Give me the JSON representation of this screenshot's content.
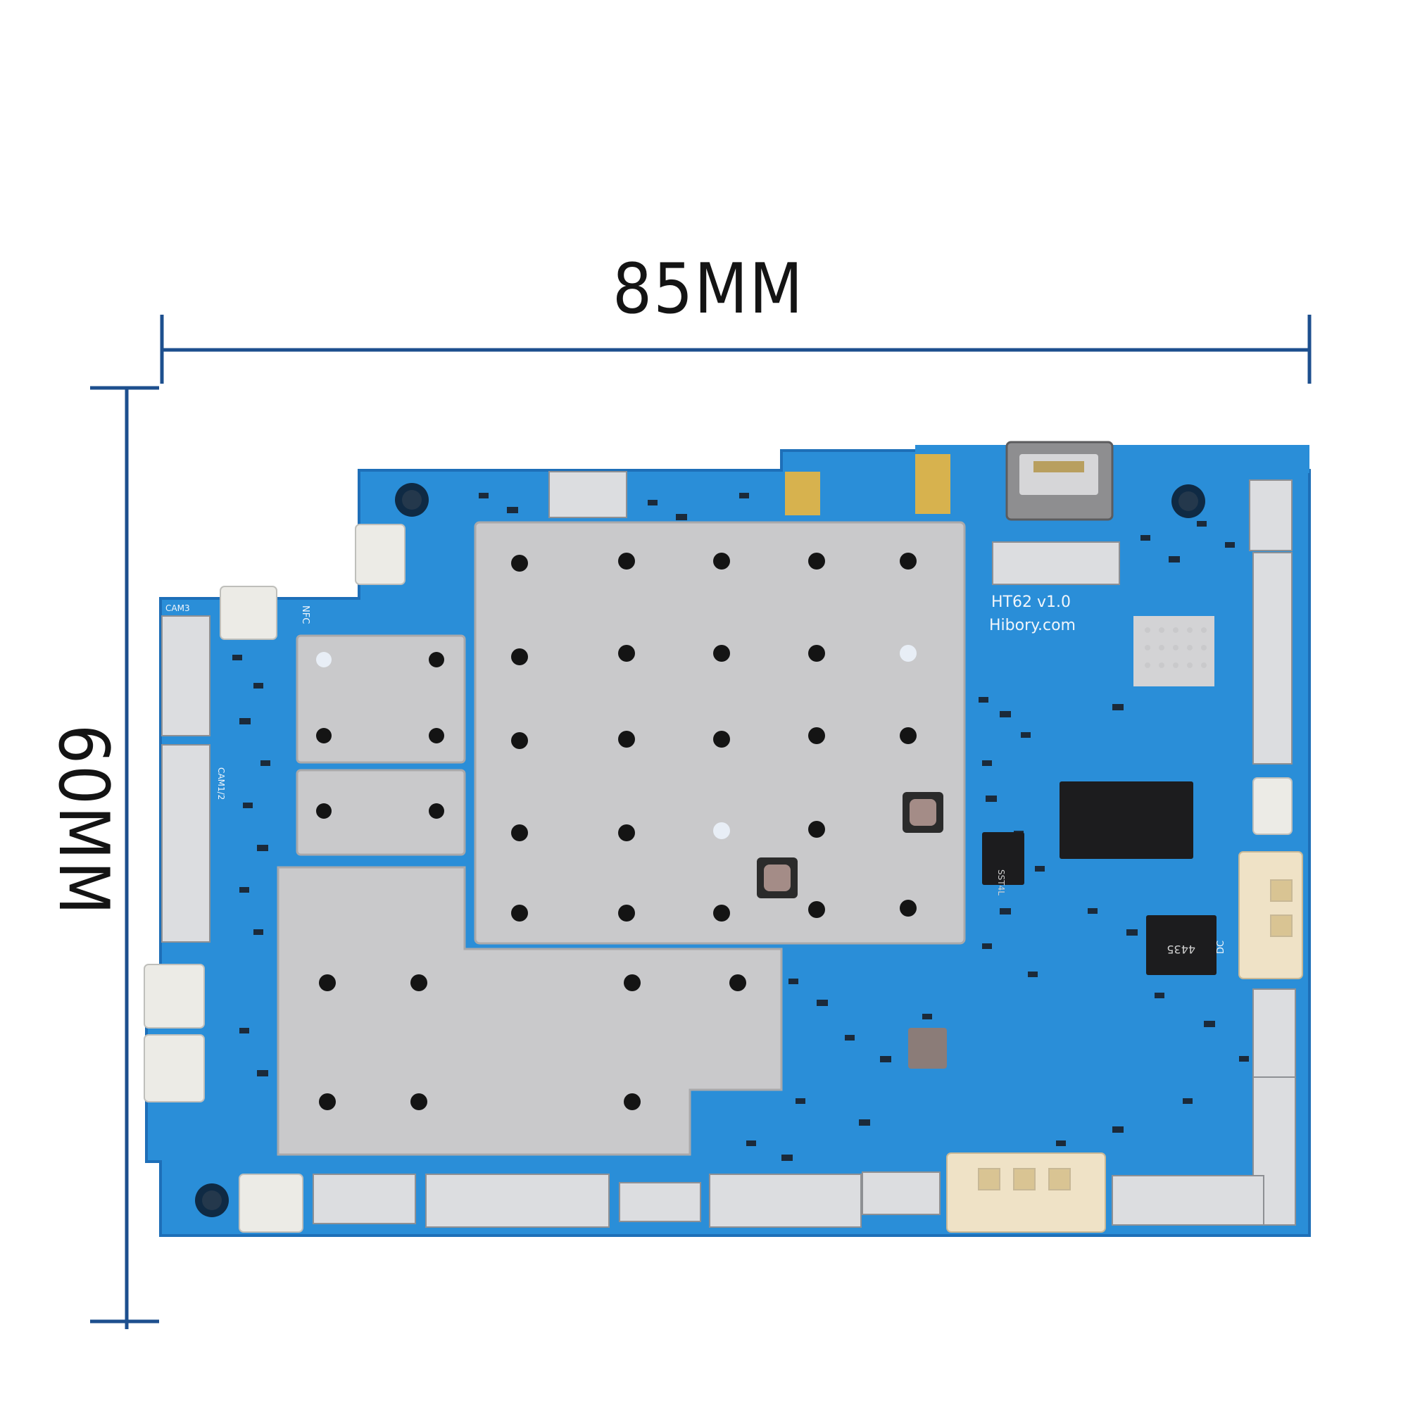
{
  "dimensions": {
    "width_label": "85MM",
    "height_label": "60MM"
  },
  "board": {
    "model_label": "HT62  v1.0",
    "brand_label": "Hibory.com",
    "silkscreen": {
      "cam3": "CAM3",
      "cam12": "CAM1/2",
      "nfc": "NFC",
      "dc": "DC",
      "chip_4435": "4435",
      "chip_sst4l": "SST4L"
    }
  },
  "colors": {
    "dimension_line": "#1d4f8e",
    "pcb": "#2a8ed8",
    "pcb_dark": "#1e6fb8",
    "shield": "#c9c9cb",
    "connector_white": "#ecebe6",
    "connector_cream": "#efe2c6"
  }
}
